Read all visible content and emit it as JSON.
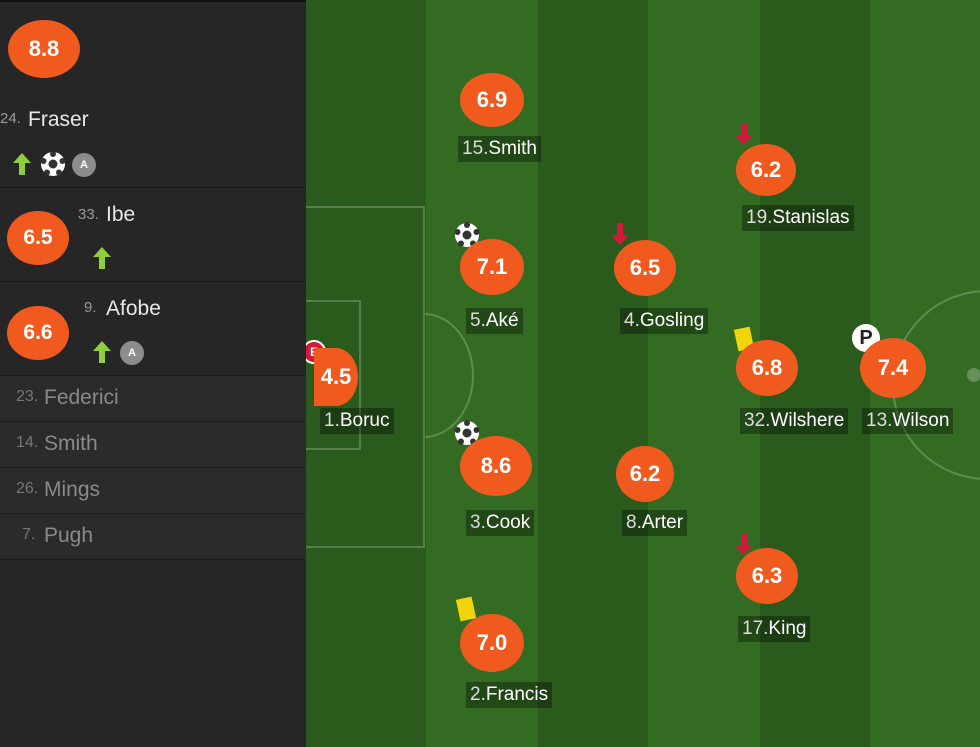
{
  "subs": [
    {
      "rating": "8.8",
      "number": "24.",
      "name": "Fraser",
      "icons": [
        "arrow-up-icon",
        "football-icon",
        "assist-icon"
      ],
      "assist_letter": "A"
    },
    {
      "rating": "6.5",
      "number": "33.",
      "name": "Ibe",
      "icons": [
        "arrow-up-icon"
      ]
    },
    {
      "rating": "6.6",
      "number": "9.",
      "name": "Afobe",
      "icons": [
        "arrow-up-icon",
        "assist-icon"
      ],
      "assist_letter": "A"
    }
  ],
  "bench": [
    {
      "number": "23.",
      "name": "Federici"
    },
    {
      "number": "14.",
      "name": "Smith"
    },
    {
      "number": "26.",
      "name": "Mings"
    },
    {
      "number": "7.",
      "name": "Pugh"
    }
  ],
  "players": [
    {
      "number": "15.",
      "name": "Smith",
      "rating": "6.9"
    },
    {
      "number": "19.",
      "name": "Stanislas",
      "rating": "6.2",
      "event": "subbed-off"
    },
    {
      "number": "5.",
      "name": "Aké",
      "rating": "7.1",
      "event": "goal"
    },
    {
      "number": "4.",
      "name": "Gosling",
      "rating": "6.5",
      "event": "subbed-off"
    },
    {
      "number": "1.",
      "name": "Boruc",
      "rating": "4.5",
      "event": "error",
      "event_letter": "E"
    },
    {
      "number": "32.",
      "name": "Wilshere",
      "rating": "6.8",
      "event": "yellow-card"
    },
    {
      "number": "13.",
      "name": "Wilson",
      "rating": "7.4",
      "event": "penalty",
      "event_letter": "P"
    },
    {
      "number": "3.",
      "name": "Cook",
      "rating": "8.6",
      "event": "goal"
    },
    {
      "number": "8.",
      "name": "Arter",
      "rating": "6.2"
    },
    {
      "number": "17.",
      "name": "King",
      "rating": "6.3",
      "event": "subbed-off"
    },
    {
      "number": "2.",
      "name": "Francis",
      "rating": "7.0",
      "event": "yellow-card"
    }
  ],
  "colors": {
    "rating_badge": "#f05a1e",
    "pitch_dark": "#2a5a1c",
    "pitch_light": "#336b22",
    "sub_on": "#8fce3f",
    "sub_off": "#d11a3a",
    "yellow_card": "#f2d40a"
  }
}
